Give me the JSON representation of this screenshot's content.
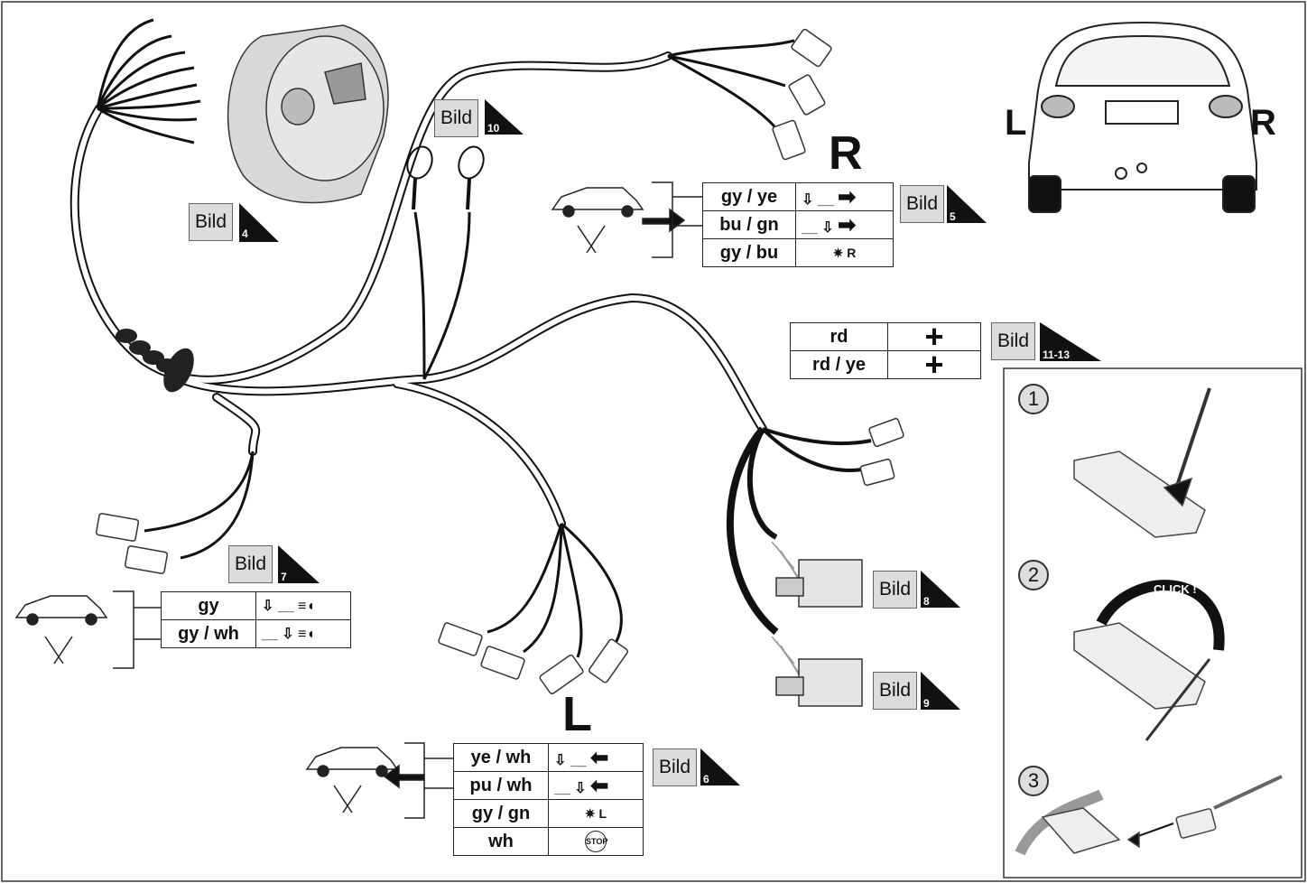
{
  "bild_labels": {
    "b4": {
      "text": "Bild",
      "num": "4"
    },
    "b10": {
      "text": "Bild",
      "num": "10"
    },
    "b5": {
      "text": "Bild",
      "num": "5"
    },
    "b7": {
      "text": "Bild",
      "num": "7"
    },
    "b8": {
      "text": "Bild",
      "num": "8"
    },
    "b9": {
      "text": "Bild",
      "num": "9"
    },
    "b6": {
      "text": "Bild",
      "num": "6"
    },
    "b11": {
      "text": "Bild",
      "num": "11-13"
    }
  },
  "side_labels": {
    "left": "L",
    "right": "R",
    "right_table": "R",
    "left_table": "L"
  },
  "right_table": {
    "rows": [
      "gy / ye",
      "bu / gn",
      "gy / bu"
    ]
  },
  "power_table": {
    "rows": [
      "rd",
      "rd / ye"
    ],
    "symbol": "+"
  },
  "fog_table": {
    "rows": [
      "gy",
      "gy / wh"
    ]
  },
  "left_table": {
    "rows": [
      "ye / wh",
      "pu / wh",
      "gy / gn",
      "wh"
    ]
  },
  "steps": {
    "s1": "1",
    "s2": "2",
    "s3": "3",
    "click": "CLICK !"
  },
  "icons": {
    "reverse": "R",
    "left_light": "L",
    "stop": "STOP"
  }
}
